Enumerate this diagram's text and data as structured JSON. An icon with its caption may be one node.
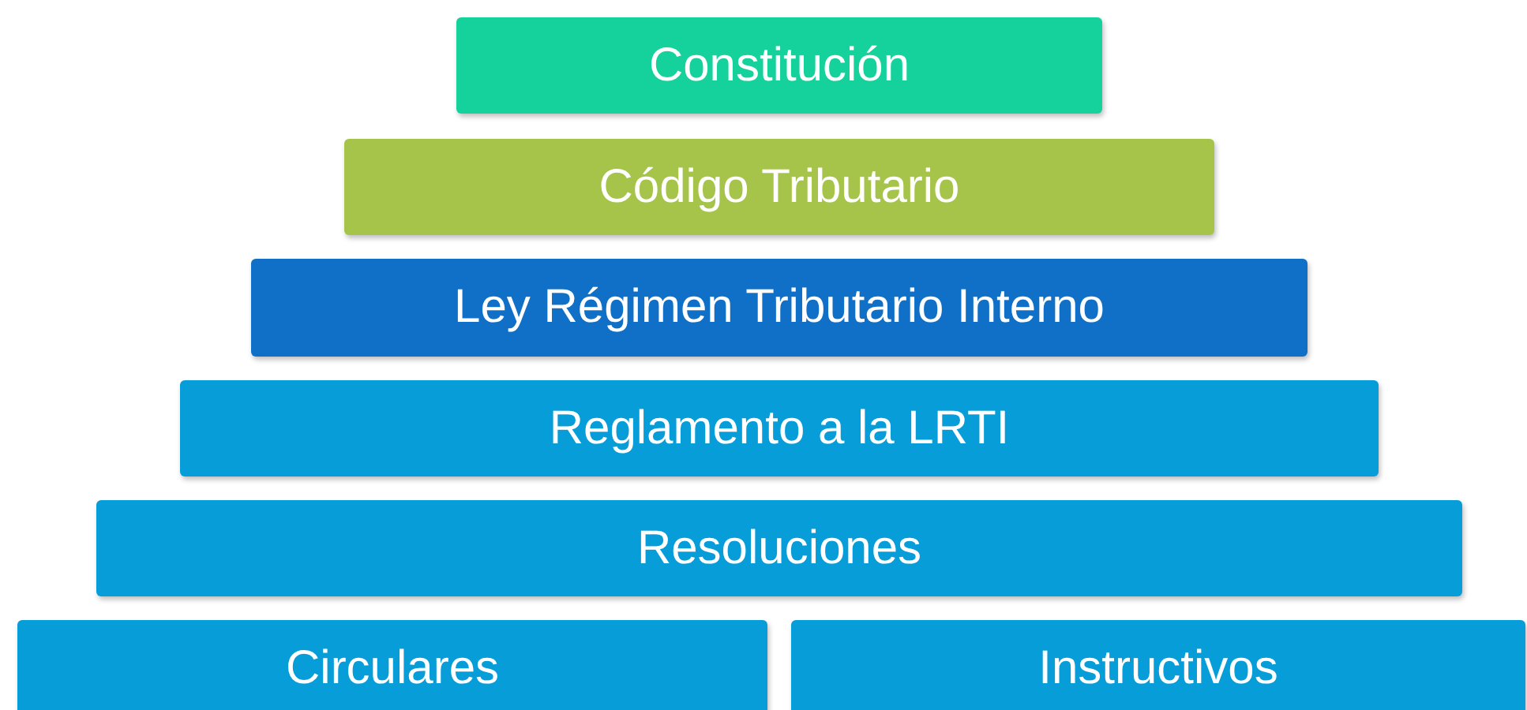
{
  "diagram": {
    "nodes": [
      {
        "text": [
          "Constitución"
        ]
      },
      {
        "text": [
          "Código Tributario"
        ]
      },
      {
        "text": [
          "Ley Régimen Tributario Interno"
        ]
      },
      {
        "text": [
          "Reglamento a la LRTI"
        ]
      },
      {
        "text": [
          "Resoluciones"
        ]
      },
      {
        "text": [
          "Circulares"
        ]
      },
      {
        "text": [
          "Instructivos"
        ]
      }
    ]
  }
}
